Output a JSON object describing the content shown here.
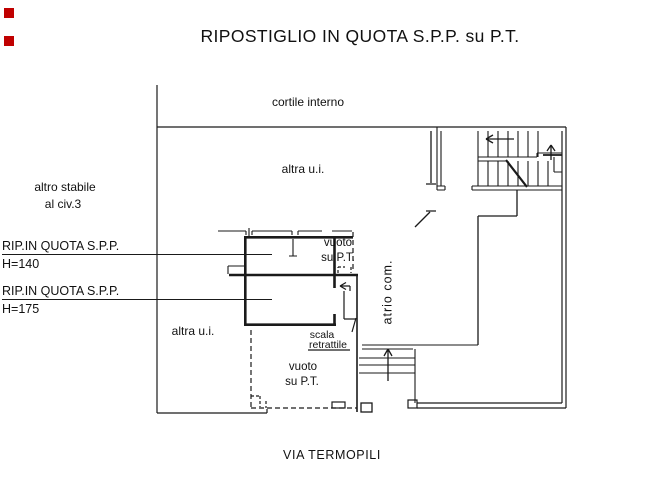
{
  "title": "RIPOSTIGLIO IN QUOTA S.P.P. su P.T.",
  "colors": {
    "line": "#1a1a1a",
    "marker_red": "#c00000",
    "background": "#ffffff"
  },
  "plan": {
    "labels": {
      "cortile": "cortile interno",
      "altra_ui_top": "altra u.i.",
      "altro_stabile_line1": "altro stabile",
      "altro_stabile_line2": "al civ.3",
      "rip1_title": "RIP.IN QUOTA S.P.P.",
      "rip1_height": "H=140",
      "rip2_title": "RIP.IN QUOTA S.P.P.",
      "rip2_height": "H=175",
      "altra_ui_left": "altra u.i.",
      "vuoto_top_line1": "vuoto",
      "vuoto_top_line2": "su P.T.",
      "atrio": "atrio com.",
      "scala_line1": "scala",
      "scala_line2": "retrattile",
      "vuoto_bottom_line1": "vuoto",
      "vuoto_bottom_line2": "su P.T.",
      "street": "VIA TERMOPILI"
    }
  }
}
